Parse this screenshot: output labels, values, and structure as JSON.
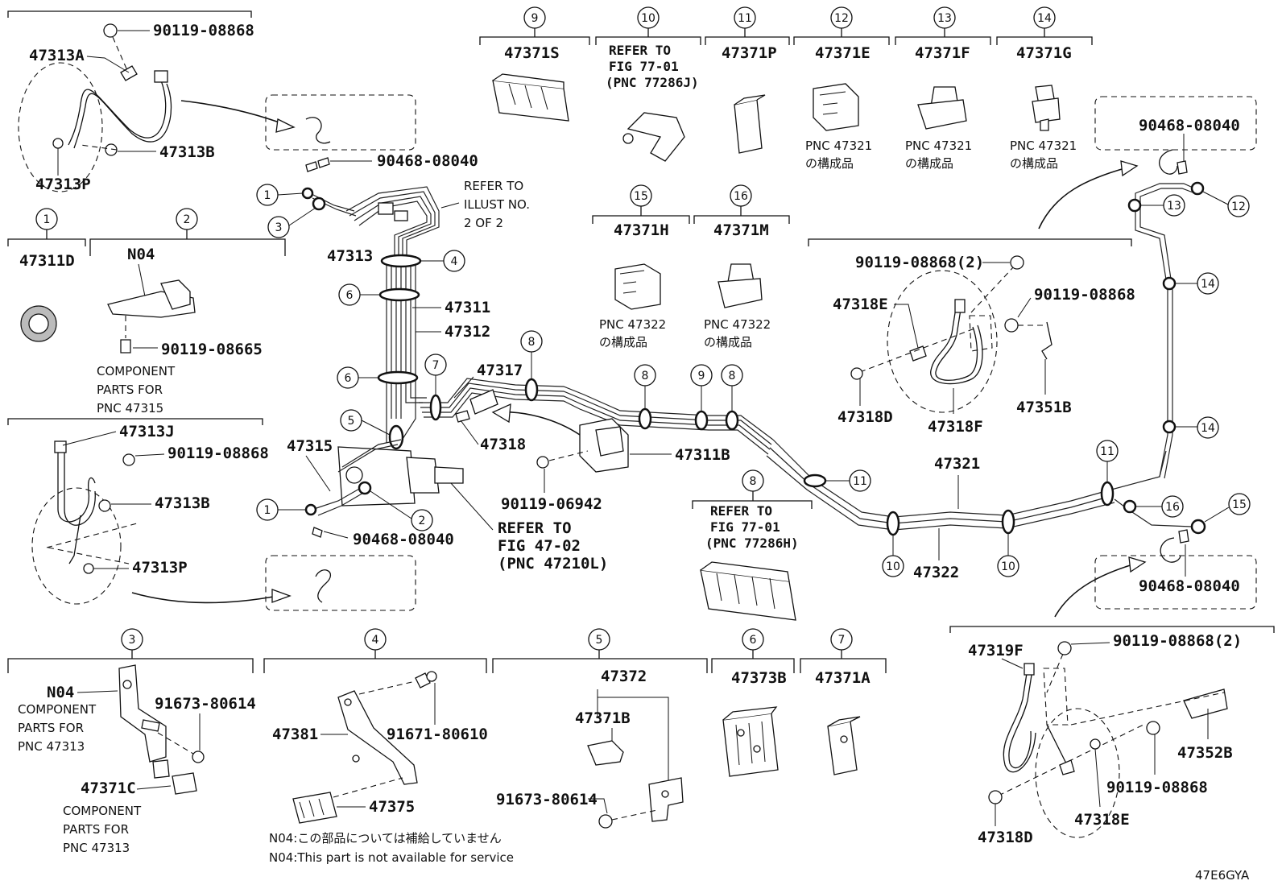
{
  "diagram_code": "47E6GYA",
  "callouts": [
    "1",
    "2",
    "3",
    "4",
    "5",
    "6",
    "7",
    "8",
    "9",
    "10",
    "11",
    "12",
    "13",
    "14",
    "15",
    "16"
  ],
  "parts": {
    "p47313A": "47313A",
    "p90119_08868": "90119-08868",
    "p47313B": "47313B",
    "p47313P": "47313P",
    "p90468_08040": "90468-08040",
    "p47313": "47313",
    "p47311": "47311",
    "p47312": "47312",
    "p47311D": "47311D",
    "pN04": "N04",
    "p90119_08665": "90119-08665",
    "p47313J": "47313J",
    "p47315": "47315",
    "p47317": "47317",
    "p47318": "47318",
    "p47311B": "47311B",
    "p90119_06942": "90119-06942",
    "p47371S": "47371S",
    "p47371P": "47371P",
    "p47371E": "47371E",
    "p47371F": "47371F",
    "p47371G": "47371G",
    "p47371H": "47371H",
    "p47371M": "47371M",
    "p90119_08868_2": "90119-08868(2)",
    "p47318E": "47318E",
    "p47318D": "47318D",
    "p47318F": "47318F",
    "p47351B": "47351B",
    "p47321": "47321",
    "p47322": "47322",
    "p91673_80614": "91673-80614",
    "p47371C": "47371C",
    "p47381": "47381",
    "p91671_80610": "91671-80610",
    "p47375": "47375",
    "p47372": "47372",
    "p47371B": "47371B",
    "p47373B": "47373B",
    "p47371A": "47371A",
    "p47319F": "47319F",
    "p47352B": "47352B"
  },
  "notes": {
    "refer_illust": [
      "REFER TO",
      "ILLUST NO.",
      "2 OF 2"
    ],
    "component_47315": [
      "COMPONENT",
      "PARTS FOR",
      "PNC 47315"
    ],
    "component_47313": [
      "COMPONENT",
      "PARTS FOR",
      "PNC 47313"
    ],
    "refer_fig_77_01_J": [
      "REFER TO",
      "FIG 77-01",
      "(PNC 77286J)"
    ],
    "refer_fig_77_01_H": [
      "REFER TO",
      "FIG 77-01",
      "(PNC 77286H)"
    ],
    "refer_fig_47_02": [
      "REFER TO",
      "FIG 47-02",
      "(PNC 47210L)"
    ],
    "pnc_47321": [
      "PNC 47321",
      "の構成品"
    ],
    "pnc_47322": [
      "PNC 47322",
      "の構成品"
    ],
    "n04_jp": "N04:この部品については補給していません",
    "n04_en": "N04:This part is not available for service"
  }
}
